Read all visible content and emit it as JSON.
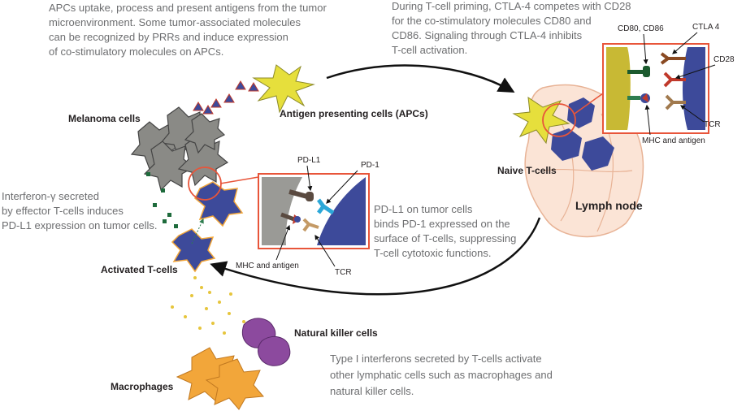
{
  "descriptions": {
    "apc": [
      "APCs uptake, process and present antigens from the tumor",
      "microenvironment. Some tumor-associated molecules",
      "can be recognized by PRRs and induce expression",
      "of co-stimulatory molecules on APCs."
    ],
    "ctla4": [
      "During T-cell priming, CTLA-4 competes with CD28",
      "for the co-stimulatory molecules CD80 and",
      "CD86. Signaling through CTLA-4 inhibits",
      "T-cell activation."
    ],
    "interferon": [
      "Interferon-γ secreted",
      "by effector T-cells induces",
      "PD-L1 expression on tumor cells."
    ],
    "pdl1": [
      "PD-L1 on tumor cells",
      "binds PD-1 expressed on the",
      "surface of T-cells, suppressing",
      "T-cell cytotoxic functions."
    ],
    "type1": [
      "Type I interferons secreted by T-cells activate",
      "other lymphatic cells such as macrophages and",
      "natural killer cells."
    ]
  },
  "labels": {
    "melanoma": "Melanoma cells",
    "apcs": "Antigen presenting cells (APCs)",
    "naive": "Naive T-cells",
    "lymph": "Lymph node",
    "activated": "Activated T-cells",
    "nk": "Natural killer cells",
    "macrophages": "Macrophages"
  },
  "inset_right": {
    "cd80_cd86": "CD80, CD86",
    "ctla4": "CTLA 4",
    "cd28": "CD28",
    "tcr": "TCR",
    "mhc": "MHC and antigen"
  },
  "inset_left": {
    "pdl1": "PD-L1",
    "pd1": "PD-1",
    "mhc": "MHC and antigen",
    "tcr": "TCR"
  },
  "colors": {
    "melanoma": "#8a8a86",
    "apc": "#e6df3c",
    "tcell": "#3d4a9a",
    "nk": "#8c4a9e",
    "macrophage": "#f2a63a",
    "inset_border": "#e8553a",
    "lymph": "#fbe4d6",
    "text_gray": "#6d6e70"
  }
}
